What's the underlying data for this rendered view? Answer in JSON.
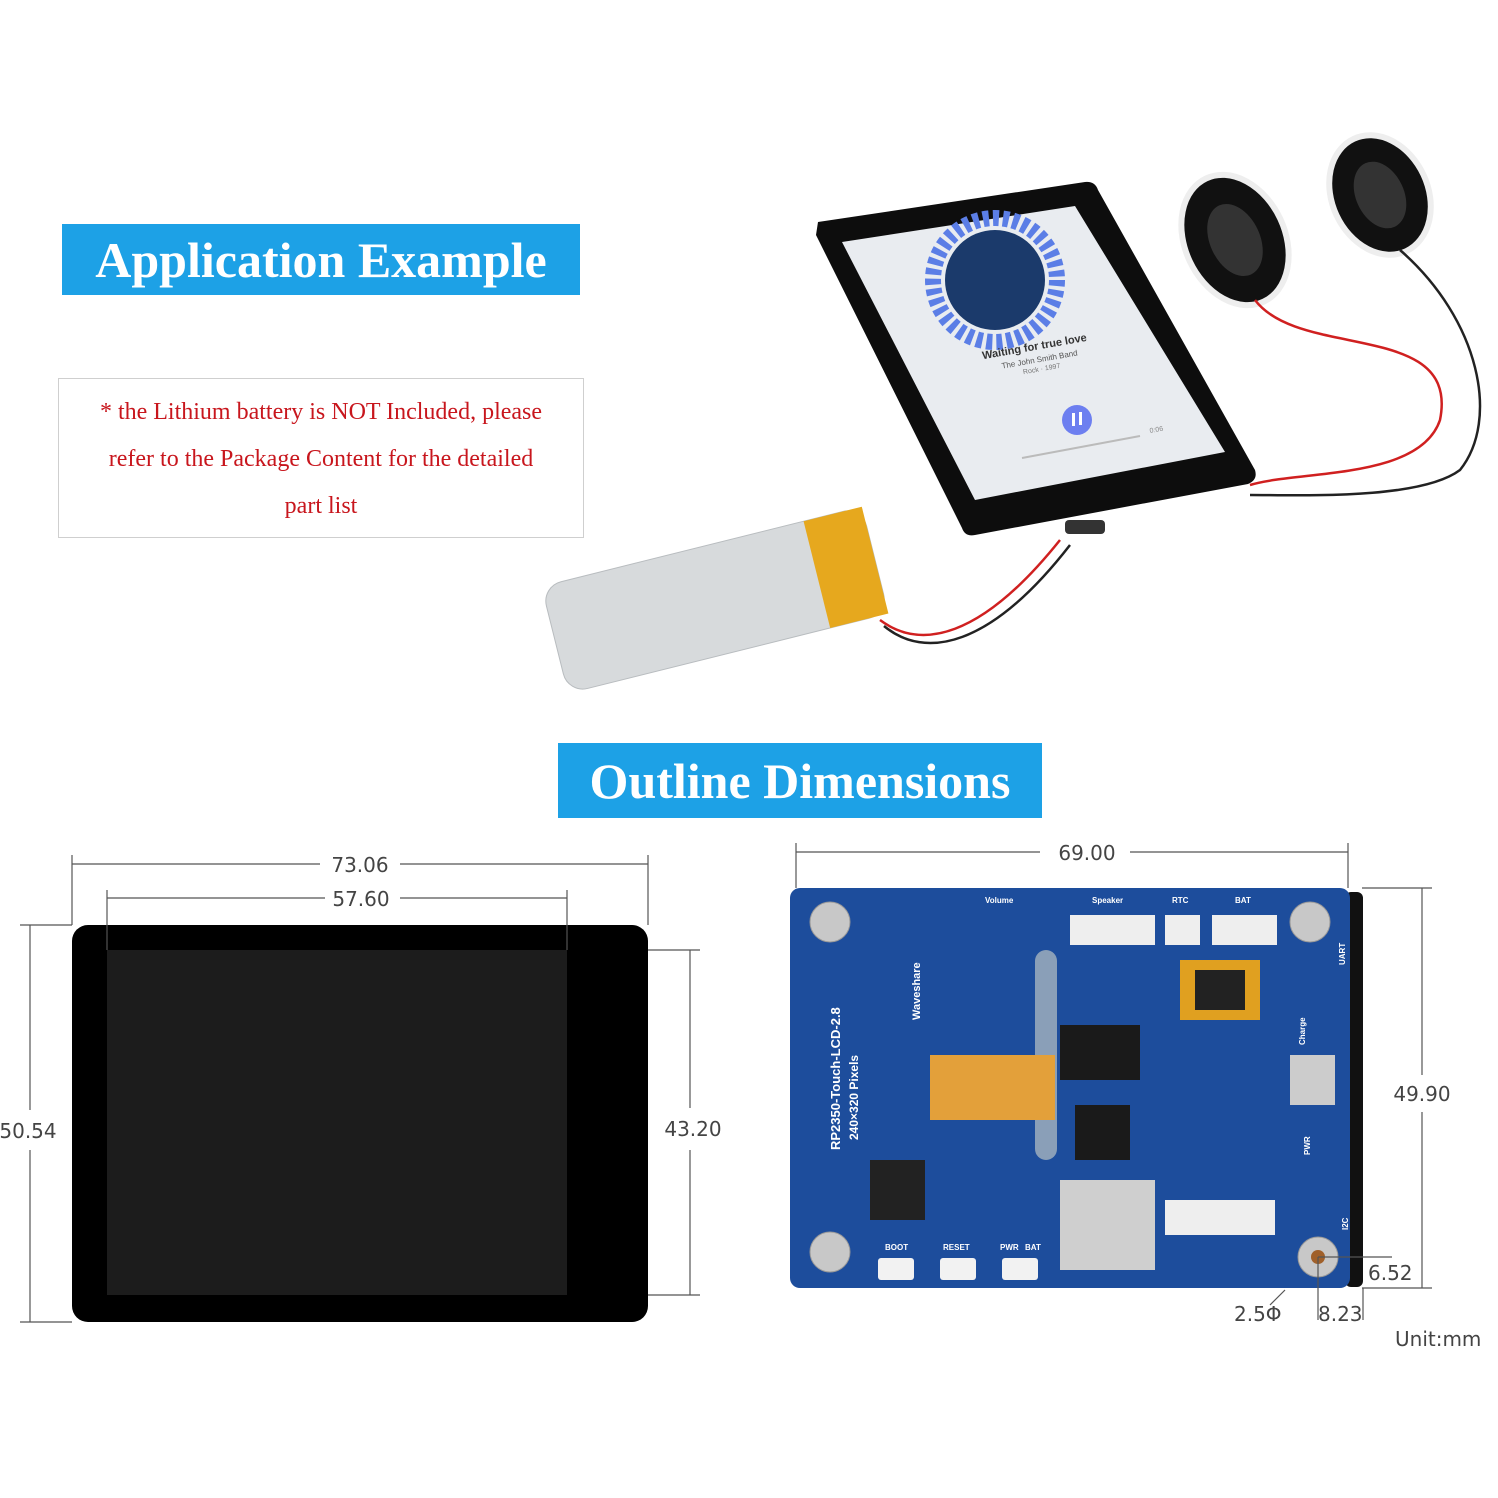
{
  "application": {
    "title": "Application Example",
    "note_lines": [
      "* the Lithium battery is NOT Included, please",
      "refer to the Package Content for the detailed",
      "part list"
    ],
    "screen": {
      "song": "Waiting for true love",
      "artist": "The John Smith Band",
      "meta": "Rock · 1997",
      "time": "0:06"
    }
  },
  "outline": {
    "title": "Outline Dimensions",
    "front": {
      "width_outer": "73.06",
      "width_screen": "57.60",
      "height_outer": "50.54",
      "height_screen": "43.20"
    },
    "back": {
      "width": "69.00",
      "height": "49.90",
      "hole_offset_y": "6.52",
      "hole_dia": "2.5Φ",
      "hole_offset_x": "8.23",
      "unit": "Unit:mm",
      "board_name": "RP2350-Touch-LCD-2.8",
      "board_res": "240×320 Pixels",
      "brand": "Waveshare",
      "labels": [
        "Volume",
        "Speaker",
        "RTC",
        "BAT",
        "UART",
        "Charge",
        "PWR",
        "I2C",
        "BOOT",
        "RESET",
        "PWR",
        "BAT"
      ]
    }
  },
  "colors": {
    "title_bg": "#1da1e6",
    "note_text": "#c8161d",
    "pcb": "#1d4d9c"
  }
}
